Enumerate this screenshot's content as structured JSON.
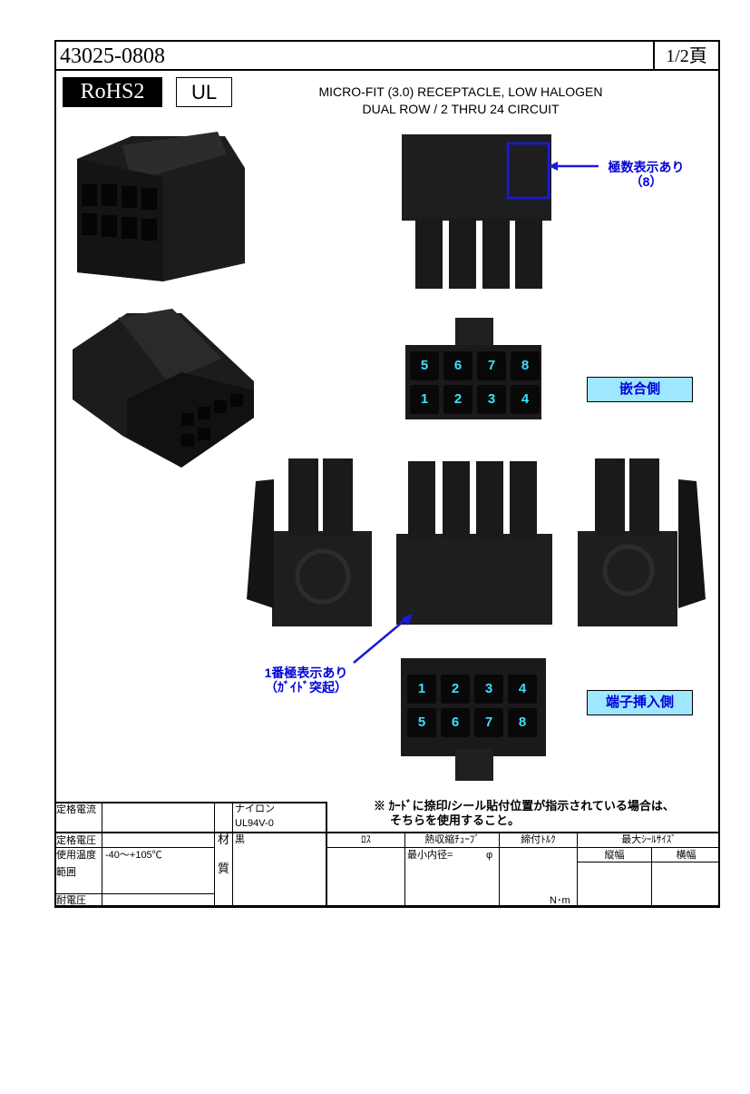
{
  "header": {
    "part_number": "43025-0808",
    "page": "1/2頁"
  },
  "badges": {
    "rohs": "RoHS2",
    "ul": "UL"
  },
  "description": {
    "line1": "MICRO-FIT (3.0) RECEPTACLE, LOW HALOGEN",
    "line2": "DUAL ROW / 2 THRU 24 CIRCUIT"
  },
  "callouts": {
    "polarity_count_line1": "極数表示あり",
    "polarity_count_line2": "（8）",
    "pin1_line1": "1番極表示あり",
    "pin1_line2": "（ｶﾞｲﾄﾞ突起）"
  },
  "tags": {
    "mating_side": "嵌合側",
    "terminal_side": "端子挿入側"
  },
  "mating_pins": {
    "top": [
      "5",
      "6",
      "7",
      "8"
    ],
    "bottom": [
      "1",
      "2",
      "3",
      "4"
    ]
  },
  "terminal_pins": {
    "top": [
      "1",
      "2",
      "3",
      "4"
    ],
    "bottom": [
      "5",
      "6",
      "7",
      "8"
    ]
  },
  "note": {
    "line1": "※ ｶｰﾄﾞに捺印/シール貼付位置が指示されている場合は、",
    "line2": "そちらを使用すること。"
  },
  "table": {
    "rated_current": "定格電流",
    "rated_voltage": "定格電圧",
    "operating_temp_label": "使用温度",
    "operating_temp_label2": "範囲",
    "operating_temp_value": "-40～+105℃",
    "withstand_voltage": "耐電圧",
    "material_label1": "材",
    "material_label2": "質",
    "material_1": "ナイロン",
    "material_2": "UL94V-0",
    "material_color": "黒",
    "col_lot": "ﾛｽ",
    "col_heat_tube": "熱収縮ﾁｭｰﾌﾞ",
    "heat_tube_min": "最小内径=",
    "heat_tube_unit": "φ",
    "col_torque": "締付ﾄﾙｸ",
    "torque_unit": "N･m",
    "col_seal_size": "最大ｼｰﾙｻｲｽﾞ",
    "seal_vertical": "縦幅",
    "seal_horizontal": "横幅"
  }
}
